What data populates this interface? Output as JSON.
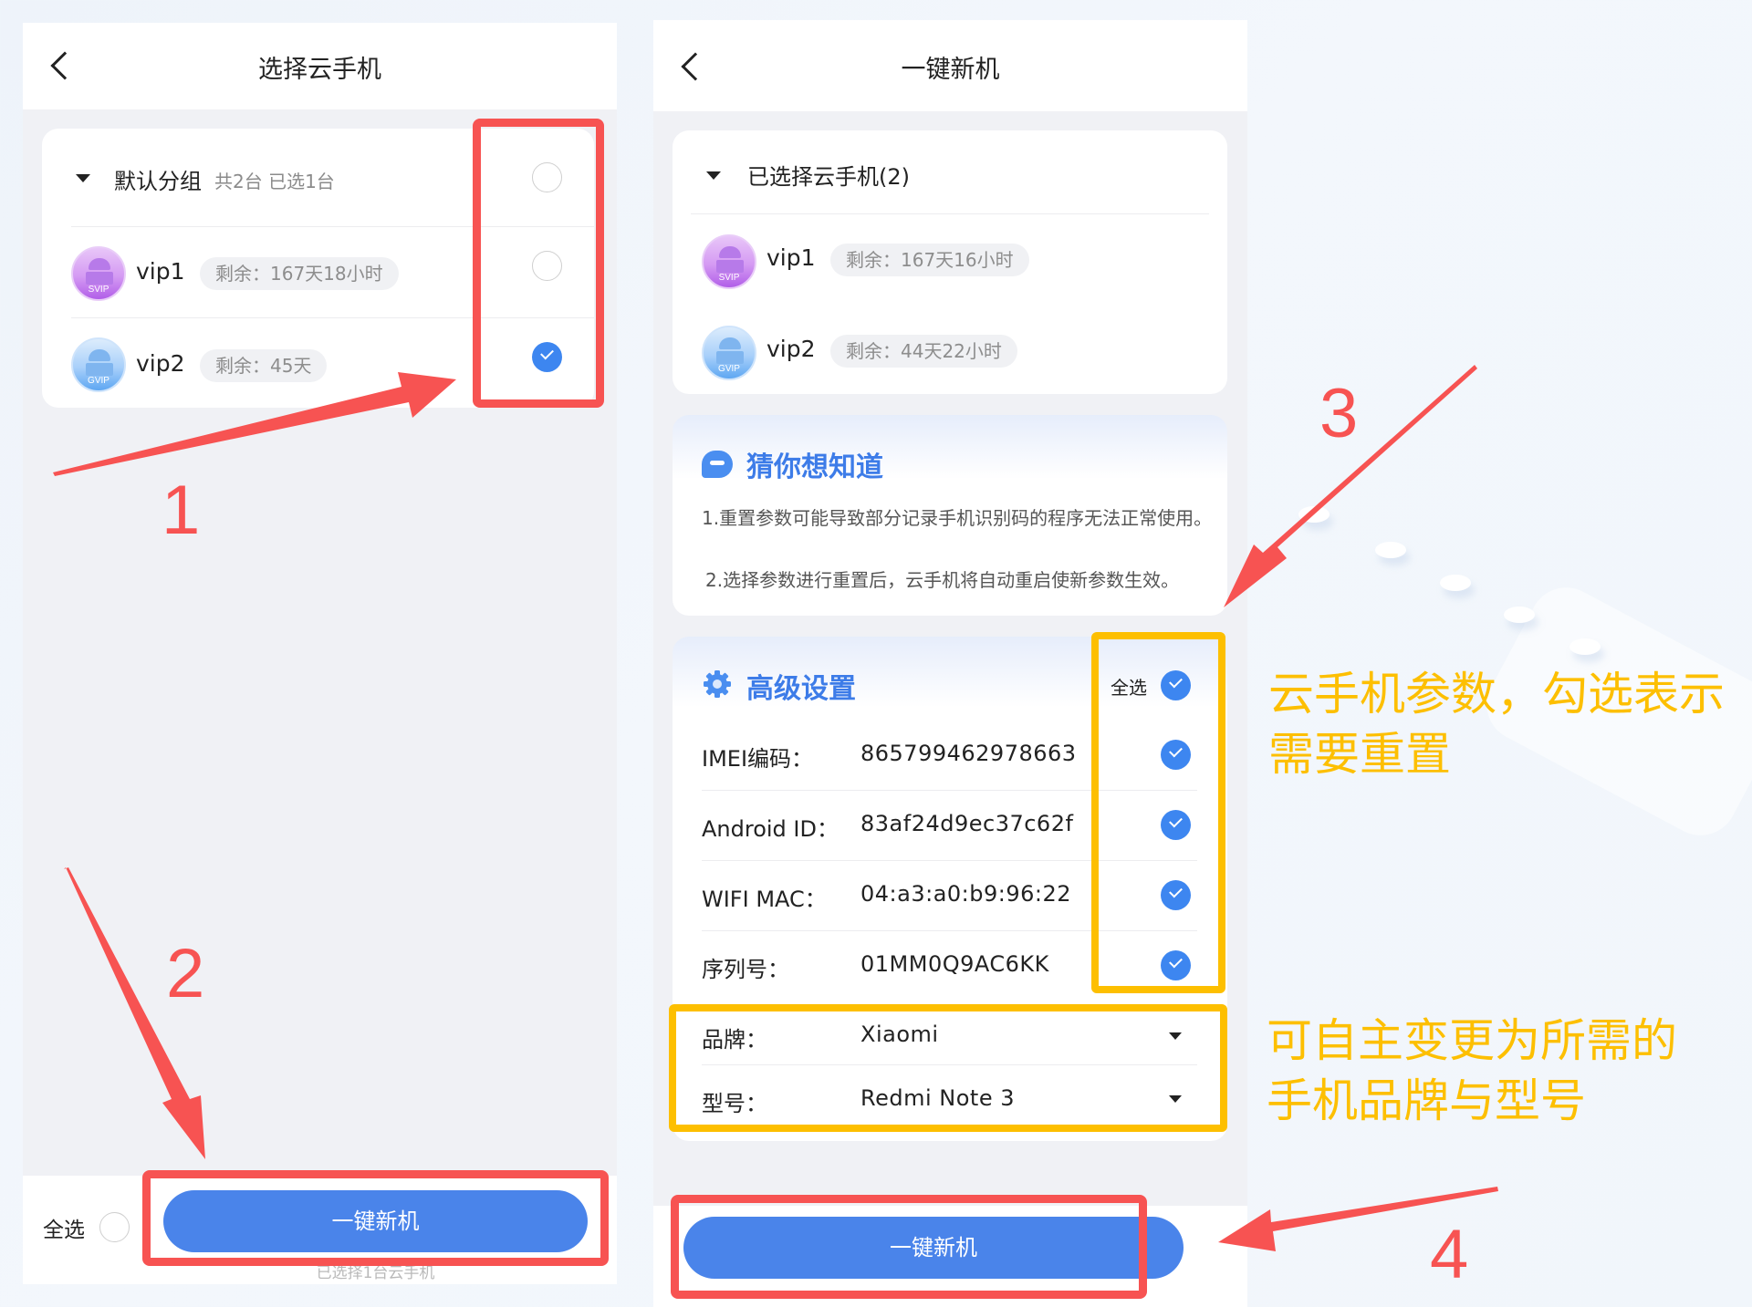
{
  "left_screen": {
    "title": "选择云手机",
    "group": {
      "name": "默认分组",
      "meta": "共2台 已选1台",
      "checked": false
    },
    "devices": [
      {
        "name": "vip1",
        "badge": "SVIP",
        "tier": "svip",
        "remaining": "剩余：167天18小时",
        "checked": false
      },
      {
        "name": "vip2",
        "badge": "GVIP",
        "tier": "gvip",
        "remaining": "剩余：45天",
        "checked": true
      }
    ],
    "footer": {
      "select_all_label": "全选",
      "select_all_checked": false,
      "button_label": "一键新机",
      "note": "已选择1台云手机"
    }
  },
  "right_screen": {
    "title": "一键新机",
    "selected_header": "已选择云手机(2)",
    "devices": [
      {
        "name": "vip1",
        "badge": "SVIP",
        "tier": "svip",
        "remaining": "剩余：167天16小时"
      },
      {
        "name": "vip2",
        "badge": "GVIP",
        "tier": "gvip",
        "remaining": "剩余：44天22小时"
      }
    ],
    "tips": {
      "title": "猜你想知道",
      "line1": "1.重置参数可能导致部分记录手机识别码的程序无法正常使用。",
      "line2": "2.选择参数进行重置后，云手机将自动重启使新参数生效。"
    },
    "advanced": {
      "title": "高级设置",
      "select_all_label": "全选",
      "select_all_checked": true,
      "params": [
        {
          "label": "IMEI编码：",
          "value": "865799462978663",
          "checked": true
        },
        {
          "label": "Android ID：",
          "value": "83af24d9ec37c62f",
          "checked": true
        },
        {
          "label": "WIFI MAC：",
          "value": "04:a3:a0:b9:96:22",
          "checked": true
        },
        {
          "label": "序列号：",
          "value": "01MM0Q9AC6KK",
          "checked": true
        }
      ],
      "brand_label": "品牌：",
      "brand_value": "Xiaomi",
      "model_label": "型号：",
      "model_value": "Redmi Note 3"
    },
    "button_label": "一键新机"
  },
  "annotations": {
    "steps": [
      "1",
      "2",
      "3",
      "4"
    ],
    "note_params": "云手机参数，勾选表示需要重置",
    "note_params_line1": "云手机参数，勾选表示",
    "note_params_line2": "需要重置",
    "note_brand_line1": "可自主变更为所需的",
    "note_brand_line2": "手机品牌与型号",
    "colors": {
      "red": "#f75352",
      "yellow": "#fdbf00",
      "primary": "#4a84ea",
      "check": "#3d86f0"
    }
  }
}
